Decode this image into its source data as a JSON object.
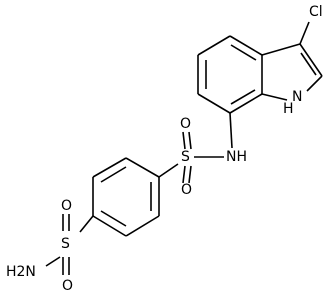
{
  "structure": {
    "atoms": {
      "chlorine": "Cl",
      "indole_nh": "H",
      "indole_n": "N",
      "sulfonamide_nh": "NH",
      "sulfonyl_o_top": "O",
      "sulfonyl_s": "S",
      "sulfonyl_o_bottom": "O",
      "sulfamoyl_nh2": "H2N",
      "sulfamoyl_s": "S",
      "sulfamoyl_o_top": "O",
      "sulfamoyl_o_bottom": "O"
    }
  }
}
